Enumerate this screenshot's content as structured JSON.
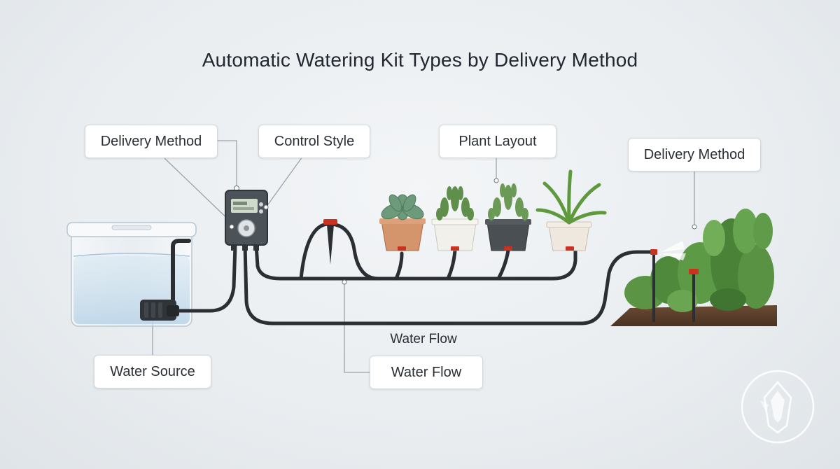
{
  "title": "Automatic Watering Kit Types by Delivery Method",
  "callouts": {
    "delivery_method_left": "Delivery Method",
    "control_style": "Control Style",
    "plant_layout": "Plant Layout",
    "delivery_method_right": "Delivery Method",
    "water_source": "Water Source",
    "water_flow_box": "Water Flow"
  },
  "flow_caption": "Water Flow",
  "colors": {
    "background": "#e9edf0",
    "tubing": "#2b2f33",
    "emitter_red": "#c8321f",
    "foliage": "#4f8a3c",
    "soil": "#5a3d2b"
  },
  "icons": {
    "watermark": "shield-emblem-icon",
    "controller": "timer-controller-icon",
    "pump": "pump-icon"
  }
}
